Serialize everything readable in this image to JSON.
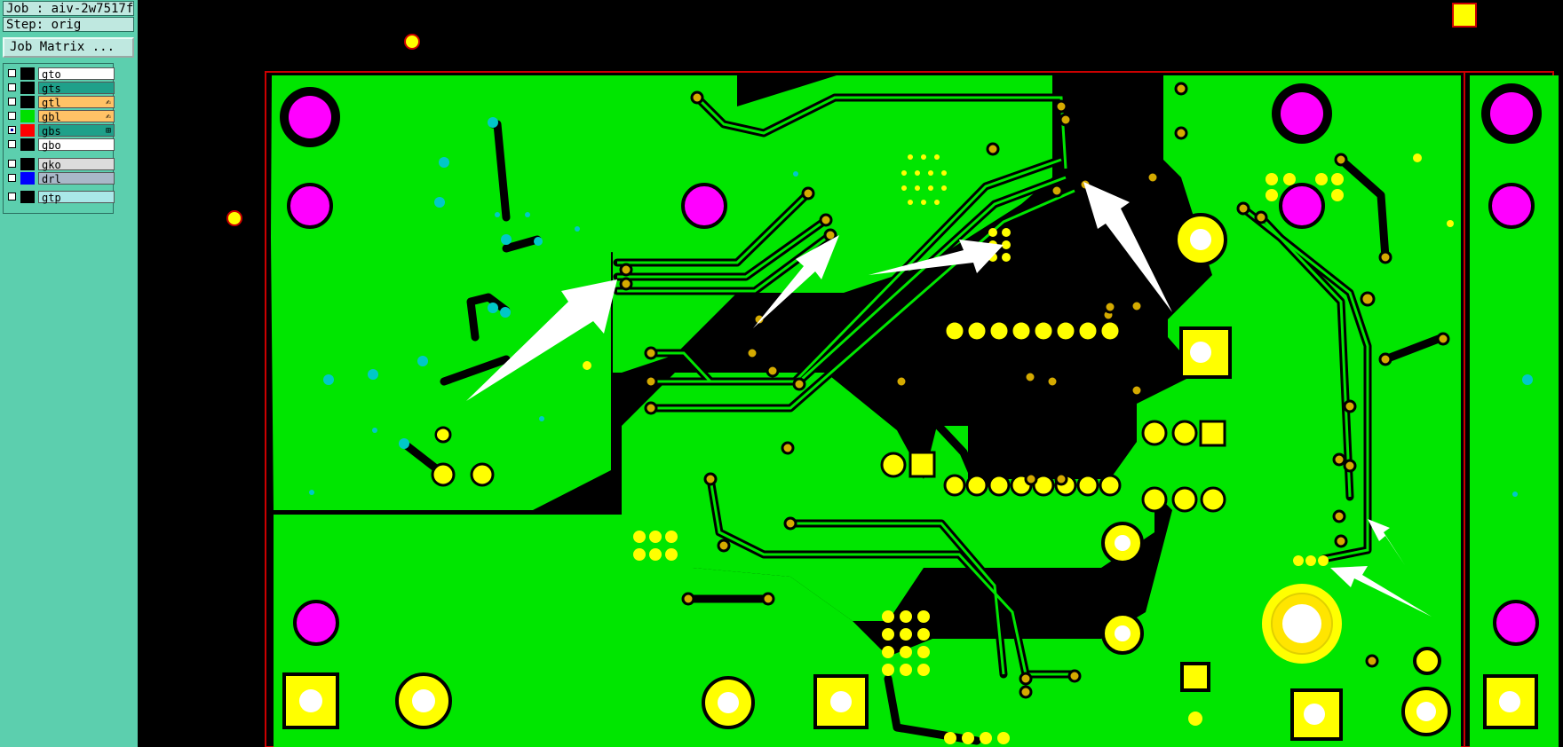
{
  "job": {
    "label": "Job : aiv-2w7517f"
  },
  "step": {
    "label": "Step: orig"
  },
  "job_matrix": {
    "label": "Job Matrix ..."
  },
  "layers": [
    {
      "name": "gto",
      "color": "#000000",
      "bg": "#ffffff",
      "checked": false,
      "tag": ""
    },
    {
      "name": "gts",
      "color": "#000000",
      "bg": "#1fa08a",
      "checked": false,
      "tag": ""
    },
    {
      "name": "gtl",
      "color": "#000000",
      "bg": "#ffc266",
      "checked": false,
      "tag": "✍"
    },
    {
      "name": "gbl",
      "color": "#00e000",
      "bg": "#ffc266",
      "checked": false,
      "tag": "✍"
    },
    {
      "name": "gbs",
      "color": "#ff0000",
      "bg": "#1fa08a",
      "checked": true,
      "tag": "⊞"
    },
    {
      "name": "gbo",
      "color": "#000000",
      "bg": "#ffffff",
      "checked": false,
      "tag": ""
    },
    {
      "name": "gko",
      "color": "#000000",
      "bg": "#dcdcdc",
      "checked": false,
      "tag": ""
    },
    {
      "name": "drl",
      "color": "#0000ff",
      "bg": "#a9b8c8",
      "checked": false,
      "tag": ""
    },
    {
      "name": "gtp",
      "color": "#000000",
      "bg": "#a9e8e8",
      "checked": false,
      "tag": ""
    }
  ],
  "colors": {
    "board": "#00e600",
    "background": "#000000",
    "outline": "#cc0000",
    "mounting_hole": "#ff00ff",
    "pad": "#ffff00",
    "pad_center": "#ffffff",
    "via_hole": "#d4aa00",
    "arrow": "#ffffff"
  }
}
